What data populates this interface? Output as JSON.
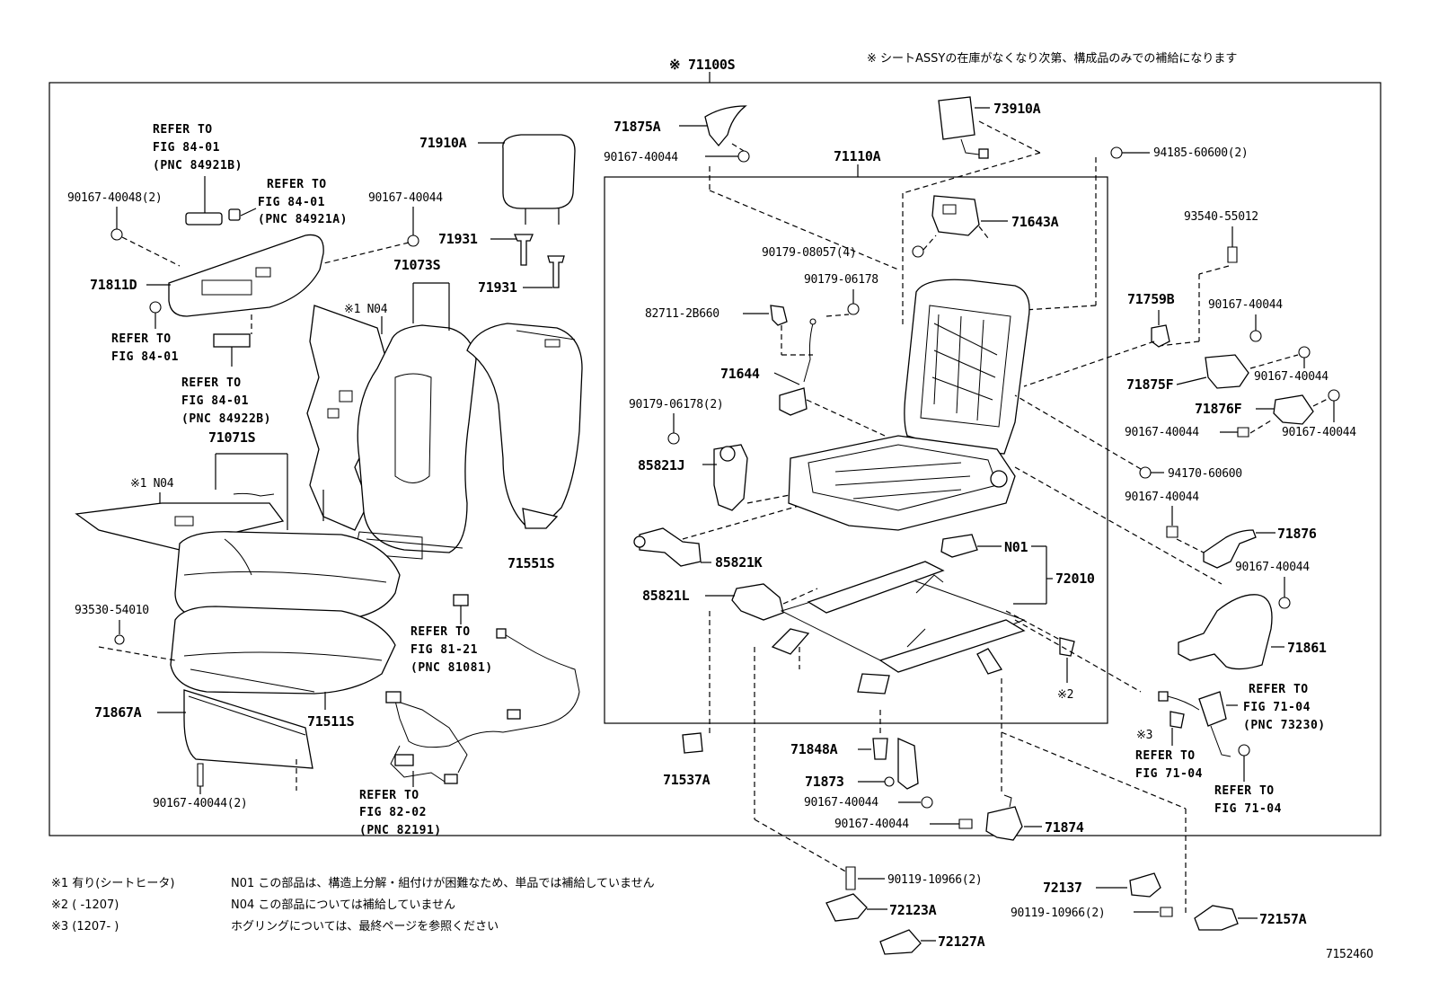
{
  "header": {
    "assembly_label": "※ 71100S",
    "supply_note": "※ シートASSYの在庫がなくなり次第、構成品のみでの補給になります"
  },
  "callouts": {
    "p71910A": "71910A",
    "p71931a": "71931",
    "p71931b": "71931",
    "p90167_40048_2": "90167-40048(2)",
    "p90167_40044_top": "90167-40044",
    "p71811D": "71811D",
    "p71073S": "71073S",
    "n04a_mark": "※1 N04",
    "p71071S": "71071S",
    "n04b_mark": "※1 N04",
    "p71551S": "71551S",
    "p93530_54010": "93530-54010",
    "p71867A": "71867A",
    "p71511S": "71511S",
    "p90167_40044_2": "90167-40044(2)",
    "p71875A": "71875A",
    "p90167_40044_71875A": "90167-40044",
    "p71110A": "71110A",
    "p73910A": "73910A",
    "p94185_60600_2": "94185-60600(2)",
    "p71643A": "71643A",
    "p90179_08057_4": "90179-08057(4)",
    "p90179_06178": "90179-06178",
    "p82711_2B660": "82711-2B660",
    "p71644": "71644",
    "p90179_06178_2": "90179-06178(2)",
    "p85821J": "85821J",
    "p85821K": "85821K",
    "p85821L": "85821L",
    "pN01": "N01",
    "p72010": "72010",
    "mark2": "※2",
    "p71537A": "71537A",
    "p71848A": "71848A",
    "p71873": "71873",
    "p90167_40044_b1": "90167-40044",
    "p90167_40044_b2": "90167-40044",
    "p71874": "71874",
    "p90119_10966_2a": "90119-10966(2)",
    "p72123A": "72123A",
    "p72127A": "72127A",
    "p72137": "72137",
    "p90119_10966_2b": "90119-10966(2)",
    "p72157A": "72157A",
    "p93540_55012": "93540-55012",
    "p71759B": "71759B",
    "p90167_40044_r1": "90167-40044",
    "p71875F": "71875F",
    "p90167_40044_r2": "90167-40044",
    "p71876F": "71876F",
    "p90167_40044_r3": "90167-40044",
    "p90167_40044_r4": "90167-40044",
    "p94170_60600": "94170-60600",
    "p90167_40044_r5": "90167-40044",
    "p71876": "71876",
    "p90167_40044_r6": "90167-40044",
    "p71861": "71861",
    "mark3": "※3"
  },
  "refs": {
    "ref_84921B": [
      "REFER TO",
      "FIG 84-01",
      "(PNC 84921B)"
    ],
    "ref_84921A": [
      "REFER TO",
      "FIG 84-01",
      "(PNC 84921A)"
    ],
    "ref_84_01": [
      "REFER TO",
      "FIG 84-01"
    ],
    "ref_84922B": [
      "REFER TO",
      "FIG 84-01",
      "(PNC 84922B)"
    ],
    "ref_81081": [
      "REFER TO",
      "FIG 81-21",
      "(PNC 81081)"
    ],
    "ref_82191": [
      "REFER TO",
      "FIG 82-02",
      "(PNC 82191)"
    ],
    "ref_73230": [
      "REFER TO",
      "FIG 71-04",
      "(PNC 73230)"
    ],
    "ref_71_04a": [
      "REFER TO",
      "FIG 71-04"
    ],
    "ref_71_04b": [
      "REFER TO",
      "FIG 71-04"
    ]
  },
  "footnotes": {
    "n1": "※1 有り(シートヒータ)",
    "n2": "※2 (      -1207)",
    "n3": "※3 (1207-      )",
    "n01": "N01 この部品は、構造上分解・組付けが困難なため、単品では補給していません",
    "n04": "N04 この部品については補給していません",
    "hog": "ホグリングについては、最終ページを参照ください"
  },
  "figure_id": "715246O"
}
